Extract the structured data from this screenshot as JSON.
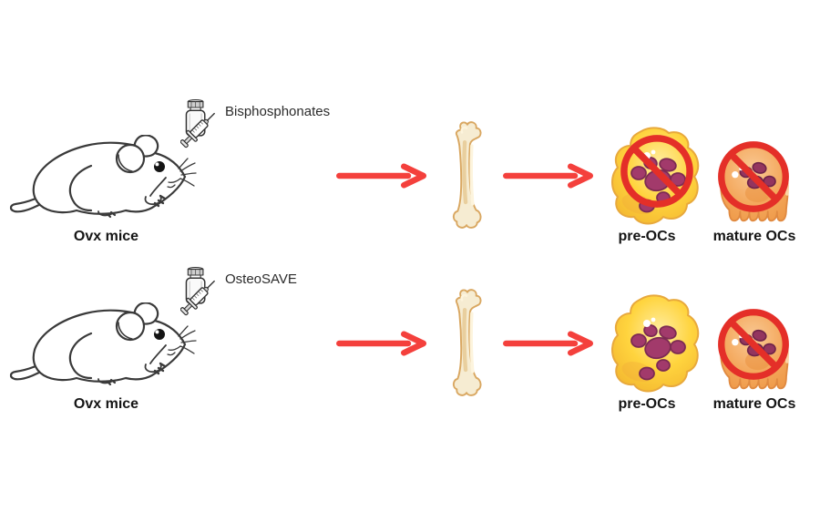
{
  "figure": {
    "type": "scientific-schematic",
    "description_shown_in_pixels_only": false,
    "rows": [
      {
        "mouse_label": "Ovx mice",
        "treatment_label": "Bisphosphonates",
        "pre_ocs_label": "pre-OCs",
        "mature_ocs_label": "mature OCs",
        "pre_ocs_blocked": true,
        "mature_ocs_blocked": true
      },
      {
        "mouse_label": "Ovx mice",
        "treatment_label": "OsteoSAVE",
        "pre_ocs_label": "pre-OCs",
        "mature_ocs_label": "mature OCs",
        "pre_ocs_blocked": false,
        "mature_ocs_blocked": true
      }
    ],
    "colors": {
      "background": "#ffffff",
      "arrow_red": "#f4403c",
      "prohibition_red": "#e42f28",
      "pre_oc_yellow": "#ffd43e",
      "pre_oc_yellow_light": "#ffe893",
      "pre_oc_outline": "#e8a93c",
      "mature_oc_orange": "#f4a95e",
      "mature_oc_orange_light": "#f9c389",
      "mature_oc_outline": "#e08a41",
      "nucleus_purple": "#a23a6b",
      "nucleus_outline": "#7c2b53",
      "bone_fill": "#f6ecd2",
      "bone_outline": "#d9a761",
      "mouse_outline": "#3a3a3a",
      "label_text": "#151515"
    }
  }
}
